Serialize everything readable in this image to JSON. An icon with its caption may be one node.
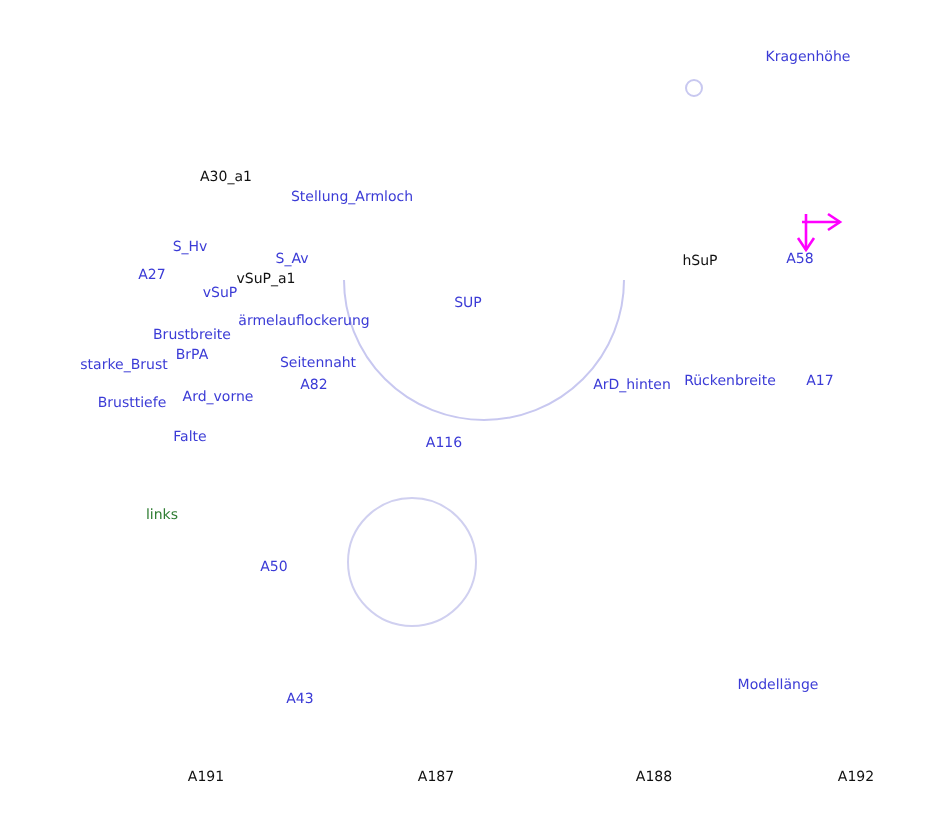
{
  "diagram": {
    "labels": [
      "Kragenhöhe",
      "A30_a1",
      "Stellung_Armloch",
      "S_Hv",
      "S_Av",
      "A27",
      "vSuP_a1",
      "vSuP",
      "hSuP",
      "A58",
      "SUP",
      "ärmelauflockerung",
      "Brustbreite",
      "BrPA",
      "starke_Brust",
      "Seitennaht",
      "A82",
      "Brusttiefe",
      "Ard_vorne",
      "ArD_hinten",
      "Rückenbreite",
      "A17",
      "Falte",
      "A116",
      "links",
      "A50",
      "Modellänge",
      "A43",
      "A191",
      "A187",
      "A188",
      "A192"
    ]
  }
}
